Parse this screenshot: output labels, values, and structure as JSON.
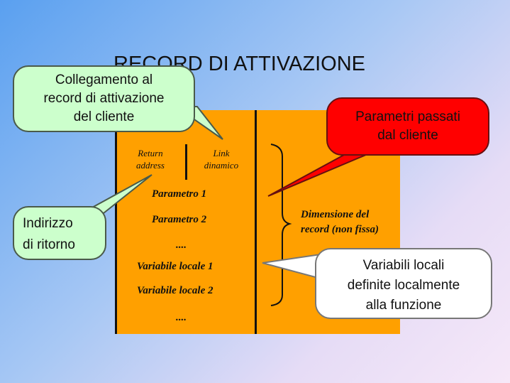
{
  "slide": {
    "title": "RECORD DI ATTIVAZIONE"
  },
  "record": {
    "return_address_line1": "Return",
    "return_address_line2": "address",
    "link_dinamico_line1": "Link",
    "link_dinamico_line2": "dinamico",
    "fields": [
      "Parametro 1",
      "Parametro 2",
      "....",
      "Variabile locale 1",
      "Variabile locale 2",
      "...."
    ],
    "size_label_line1": "Dimensione del",
    "size_label_line2": "record (non fissa)"
  },
  "callouts": {
    "link_line1": "Collegamento al",
    "link_line2": "record di attivazione",
    "link_line3": "del cliente",
    "params_line1": "Parametri passati",
    "params_line2": "dal cliente",
    "return_line1": "Indirizzo",
    "return_line2": "di ritorno",
    "locals_line1": "Variabili locali",
    "locals_line2": "definite localmente",
    "locals_line3": "alla funzione"
  },
  "colors": {
    "record_fill": "#ffa000",
    "callout_green": "#ccffcc",
    "callout_red": "#ff0000",
    "callout_white": "#ffffff"
  }
}
